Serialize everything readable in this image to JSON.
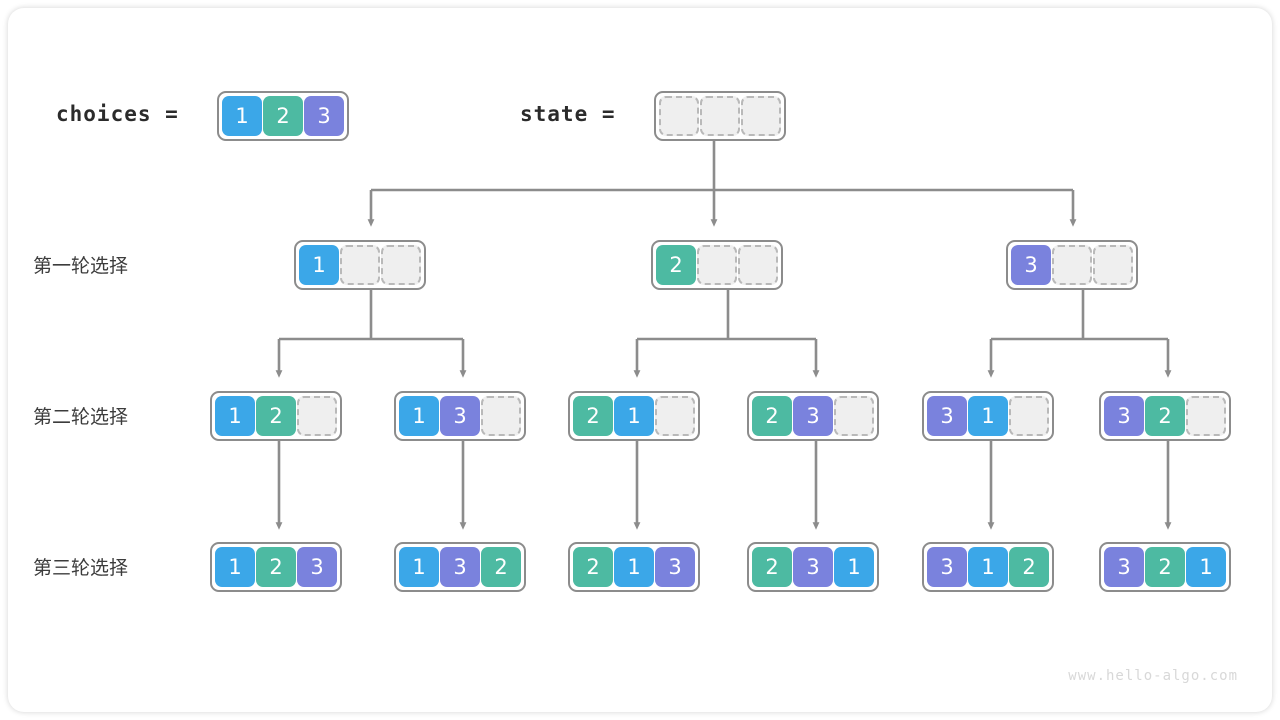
{
  "watermark": "www.hello-algo.com",
  "header": {
    "choices_label": "choices =",
    "choices_values": [
      "1",
      "2",
      "3"
    ],
    "state_label": "state =",
    "state_values": [
      "",
      "",
      ""
    ]
  },
  "rows": [
    {
      "label": "第一轮选择"
    },
    {
      "label": "第二轮选择"
    },
    {
      "label": "第三轮选择"
    }
  ],
  "colors": {
    "value_1": "#3ba7e8",
    "value_2": "#4dbaa2",
    "value_3": "#7a82dd",
    "empty_cell": "#efefef",
    "empty_border": "#b9b9b9",
    "node_border": "#8c8c8c",
    "wire": "#8c8c8c",
    "text": "#3c3c3c",
    "watermark": "#d8d8d8"
  },
  "tree": {
    "root": [
      "",
      "",
      ""
    ],
    "level1": [
      {
        "cells": [
          "1",
          "",
          ""
        ]
      },
      {
        "cells": [
          "2",
          "",
          ""
        ]
      },
      {
        "cells": [
          "3",
          "",
          ""
        ]
      }
    ],
    "level2": [
      {
        "cells": [
          "1",
          "2",
          ""
        ]
      },
      {
        "cells": [
          "1",
          "3",
          ""
        ]
      },
      {
        "cells": [
          "2",
          "1",
          ""
        ]
      },
      {
        "cells": [
          "2",
          "3",
          ""
        ]
      },
      {
        "cells": [
          "3",
          "1",
          ""
        ]
      },
      {
        "cells": [
          "3",
          "2",
          ""
        ]
      }
    ],
    "level3": [
      {
        "cells": [
          "1",
          "2",
          "3"
        ]
      },
      {
        "cells": [
          "1",
          "3",
          "2"
        ]
      },
      {
        "cells": [
          "2",
          "1",
          "3"
        ]
      },
      {
        "cells": [
          "2",
          "3",
          "1"
        ]
      },
      {
        "cells": [
          "3",
          "1",
          "2"
        ]
      },
      {
        "cells": [
          "3",
          "2",
          "1"
        ]
      }
    ]
  }
}
